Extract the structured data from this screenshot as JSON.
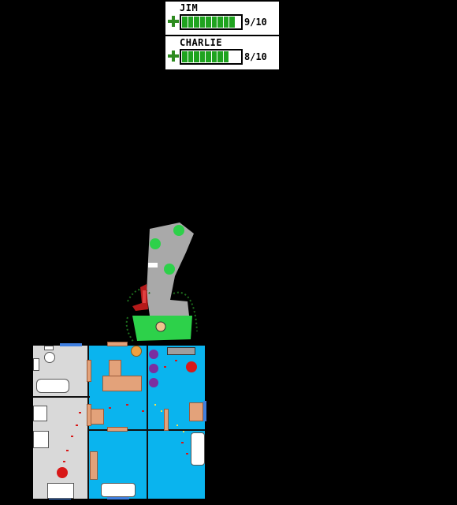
{
  "players": [
    {
      "name": "JIM",
      "health": 9,
      "max_health": 10,
      "health_text": "9/10"
    },
    {
      "name": "CHARLIE",
      "health": 8,
      "max_health": 10,
      "health_text": "8/10"
    }
  ],
  "colors": {
    "health_fill": "#1fa31f",
    "plus": "#2e8b20",
    "floor_gray": "#d9d9d9",
    "floor_blue": "#0ab4ee",
    "furniture": "#e3a27a",
    "blood": "#d81818",
    "grass": "#2dd14a",
    "rock": "#a9a9a9"
  }
}
